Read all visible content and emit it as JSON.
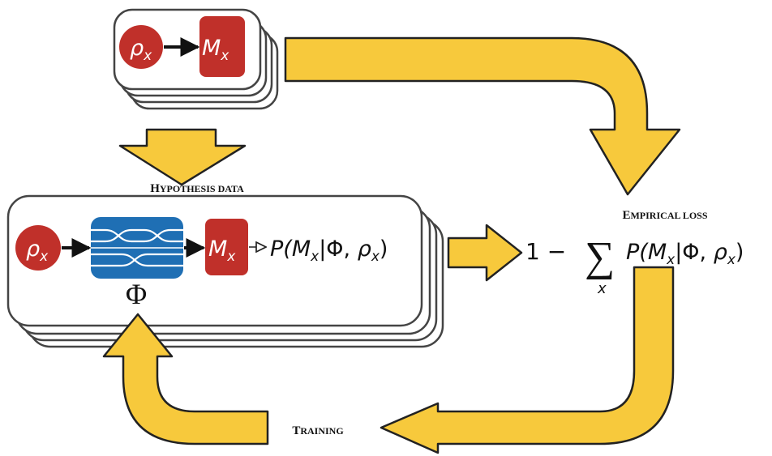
{
  "colors": {
    "arrow_fill": "#f7c93c",
    "arrow_stroke": "#222222",
    "state_red": "#c0302a",
    "interferometer_blue": "#1f6fb4",
    "card_stroke": "#444444"
  },
  "top_stack": {
    "state_symbol": "ρ",
    "state_sub": "x",
    "measure_symbol": "M",
    "measure_sub": "x"
  },
  "hypothesis": {
    "label_H": "H",
    "label_rest": "YPOTHESIS DATA",
    "state_symbol": "ρ",
    "state_sub": "x",
    "measure_symbol": "M",
    "measure_sub": "x",
    "operator_symbol": "Φ",
    "prob_P": "P(",
    "prob_M": "M",
    "prob_Msub": "x",
    "prob_cond": "|Φ, ",
    "prob_rho": "ρ",
    "prob_rhosub": "x",
    "prob_close": ")"
  },
  "loss": {
    "label_E": "E",
    "label_rest": "MPIRICAL LOSS",
    "one_minus": "1 −",
    "sum": "∑",
    "sum_index": "x",
    "prob_P": "P(",
    "prob_M": "M",
    "prob_Msub": "x",
    "prob_cond": "|Φ, ",
    "prob_rho": "ρ",
    "prob_rhosub": "x",
    "prob_close": ")"
  },
  "training": {
    "label_T": "T",
    "label_rest": "RAINING"
  }
}
